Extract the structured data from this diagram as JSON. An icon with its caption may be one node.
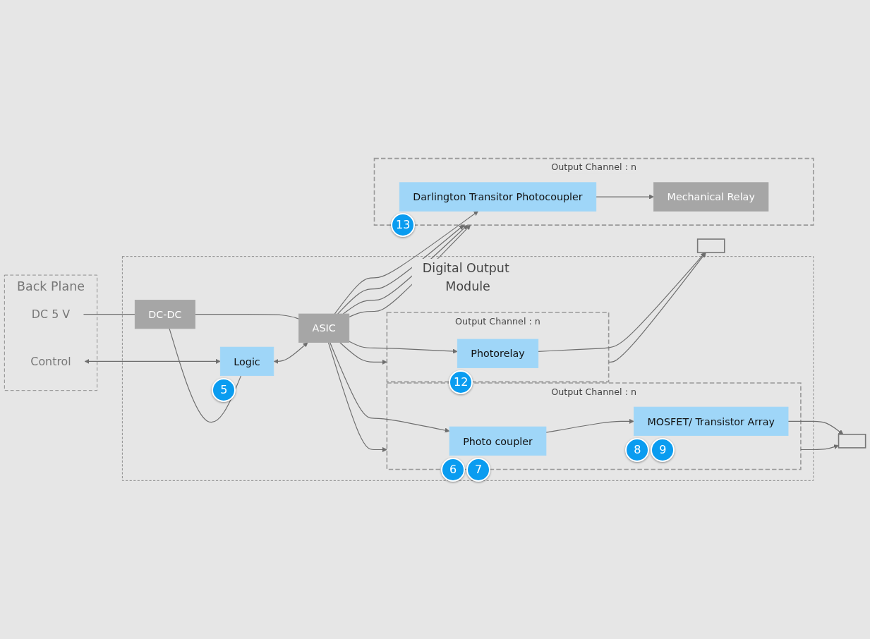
{
  "diagram": {
    "nodes": [
      {
        "text": [
          "Back Plane"
        ]
      },
      {
        "text": [
          "DC 5 V"
        ],
        "in": 0
      },
      {
        "text": [
          "Control"
        ],
        "in": 0
      },
      {
        "text": [
          "Digital Output Module"
        ]
      },
      {
        "text": [
          "DC-DC"
        ],
        "in": 3
      },
      {
        "text": [
          "Logic"
        ],
        "in": 3,
        "beside": [
          "5"
        ]
      },
      {
        "text": [
          "ASIC"
        ],
        "in": 3
      },
      {
        "text": [
          "Output Channel : n"
        ],
        "in": 3
      },
      {
        "text": [
          "Photo coupler"
        ],
        "in": 7,
        "beside": [
          "6",
          "7"
        ]
      },
      {
        "text": [
          "MOSFET/ Transistor Array"
        ],
        "in": 7,
        "beside": [
          "8",
          "9"
        ]
      },
      {
        "text": [
          "Output Channel : n"
        ],
        "in": 3
      },
      {
        "text": [
          "Photorelay"
        ],
        "in": 10,
        "beside": [
          "12"
        ]
      },
      {
        "text": [],
        "shape": "box"
      },
      {
        "text": [],
        "shape": "box"
      },
      {
        "text": [
          "Output Channel : n"
        ]
      },
      {
        "text": [
          "Darlington Transitor Photocoupler"
        ],
        "in": 14,
        "beside": [
          "13"
        ]
      },
      {
        "text": [
          "Mechanical Relay"
        ],
        "in": 14
      }
    ],
    "edges": [
      {
        "from": 1,
        "to": 4,
        "arrow": "none"
      },
      {
        "from": 2,
        "to": 5,
        "arrow": "both"
      },
      {
        "from": 4,
        "to": 5,
        "arrow": "none"
      },
      {
        "from": 4,
        "to": 6,
        "arrow": "none"
      },
      {
        "from": 5,
        "to": 6,
        "arrow": "both"
      },
      {
        "from": 6,
        "to": 7,
        "arrow": "to"
      },
      {
        "from": 6,
        "to": 8,
        "arrow": "to"
      },
      {
        "from": 6,
        "to": 10,
        "arrow": "to"
      },
      {
        "from": 6,
        "to": 11,
        "arrow": "to"
      },
      {
        "from": 6,
        "to": 14,
        "arrow": "to"
      },
      {
        "from": 6,
        "to": 14,
        "arrow": "to"
      },
      {
        "from": 6,
        "to": 14,
        "arrow": "to"
      },
      {
        "from": 6,
        "to": 15,
        "arrow": "to"
      },
      {
        "from": 8,
        "to": 9,
        "arrow": "to"
      },
      {
        "from": 7,
        "to": 12,
        "arrow": "to"
      },
      {
        "from": 9,
        "to": 12,
        "arrow": "to"
      },
      {
        "from": 10,
        "to": 13,
        "arrow": "to"
      },
      {
        "from": 11,
        "to": 13,
        "arrow": "to"
      },
      {
        "from": 15,
        "to": 16,
        "arrow": "to"
      }
    ]
  }
}
